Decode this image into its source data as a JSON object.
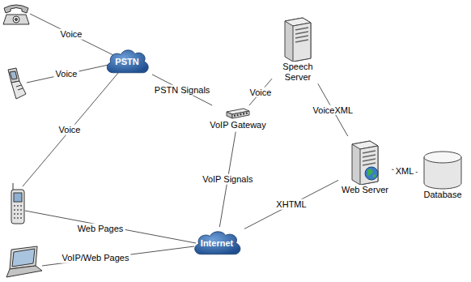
{
  "diagram": {
    "nodes": [
      {
        "text": [
          "PSTN"
        ]
      },
      {
        "text": [
          "Speech Server"
        ]
      },
      {
        "text": [
          "VoIP Gateway"
        ]
      },
      {
        "text": [
          "Web Server"
        ]
      },
      {
        "text": [
          "Database"
        ]
      },
      {
        "text": [
          "Internet"
        ]
      }
    ],
    "edges": [
      {
        "from": 0,
        "to": 2,
        "label": "PSTN Signals",
        "arrow": "none"
      },
      {
        "from": 2,
        "to": 1,
        "label": "Voice",
        "arrow": "none"
      },
      {
        "from": 1,
        "to": 3,
        "label": "VoiceXML",
        "arrow": "none"
      },
      {
        "from": 3,
        "to": 4,
        "label": "XML",
        "arrow": "none"
      },
      {
        "from": 2,
        "to": 5,
        "label": "VoIP Signals",
        "arrow": "none"
      },
      {
        "from": 5,
        "to": 3,
        "label": "XHTML",
        "arrow": "none"
      }
    ],
    "labels": [
      "Voice",
      "Voice",
      "Voice",
      "Web Pages",
      "VoIP/Web Pages"
    ]
  }
}
